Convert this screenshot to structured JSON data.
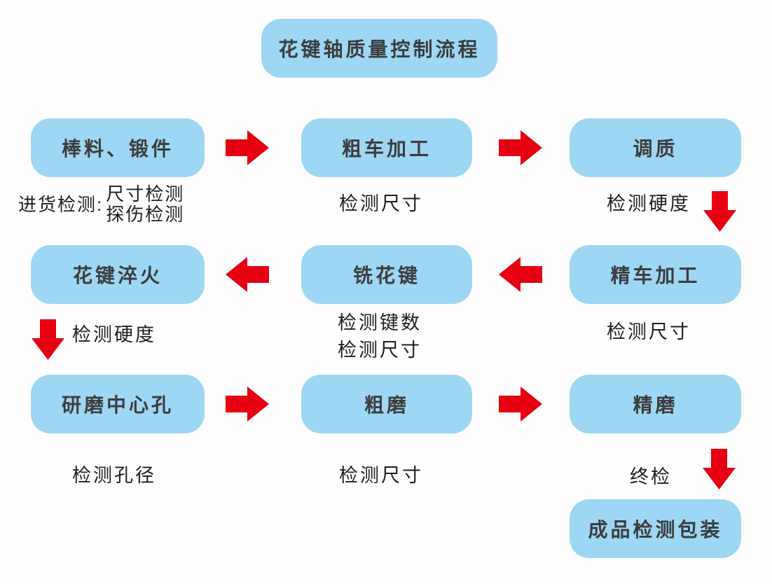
{
  "diagram": {
    "title": "花键轴质量控制流程"
  },
  "nodes": {
    "bar_stock": "棒料、锻件",
    "rough_turning": "粗车加工",
    "quench_temper": "调质",
    "spline_quench": "花键淬火",
    "mill_spline": "铣花键",
    "finish_turning": "精车加工",
    "grind_center_hole": "研磨中心孔",
    "rough_grind": "粗磨",
    "finish_grind": "精磨",
    "final_pack": "成品检测包装"
  },
  "inspections": {
    "incoming_label": "进货检测:",
    "incoming_items": {
      "line1": "尺寸检测",
      "line2": "探伤检测"
    },
    "after_rough_turning": "检测尺寸",
    "after_quench_temper": "检测硬度",
    "after_spline_quench": "检测硬度",
    "after_mill_spline_line1": "检测键数",
    "after_mill_spline_line2": "检测尺寸",
    "after_finish_turning": "检测尺寸",
    "after_grind_center_hole": "检测孔径",
    "after_rough_grind": "检测尺寸",
    "final_inspection": "终检"
  },
  "colors": {
    "node_fill": "#9DD7F3",
    "arrow_red": "#E60012",
    "node_text": "#3D3D3D",
    "annotation_text": "#1E1E1E",
    "background": "#FEFEFE"
  }
}
